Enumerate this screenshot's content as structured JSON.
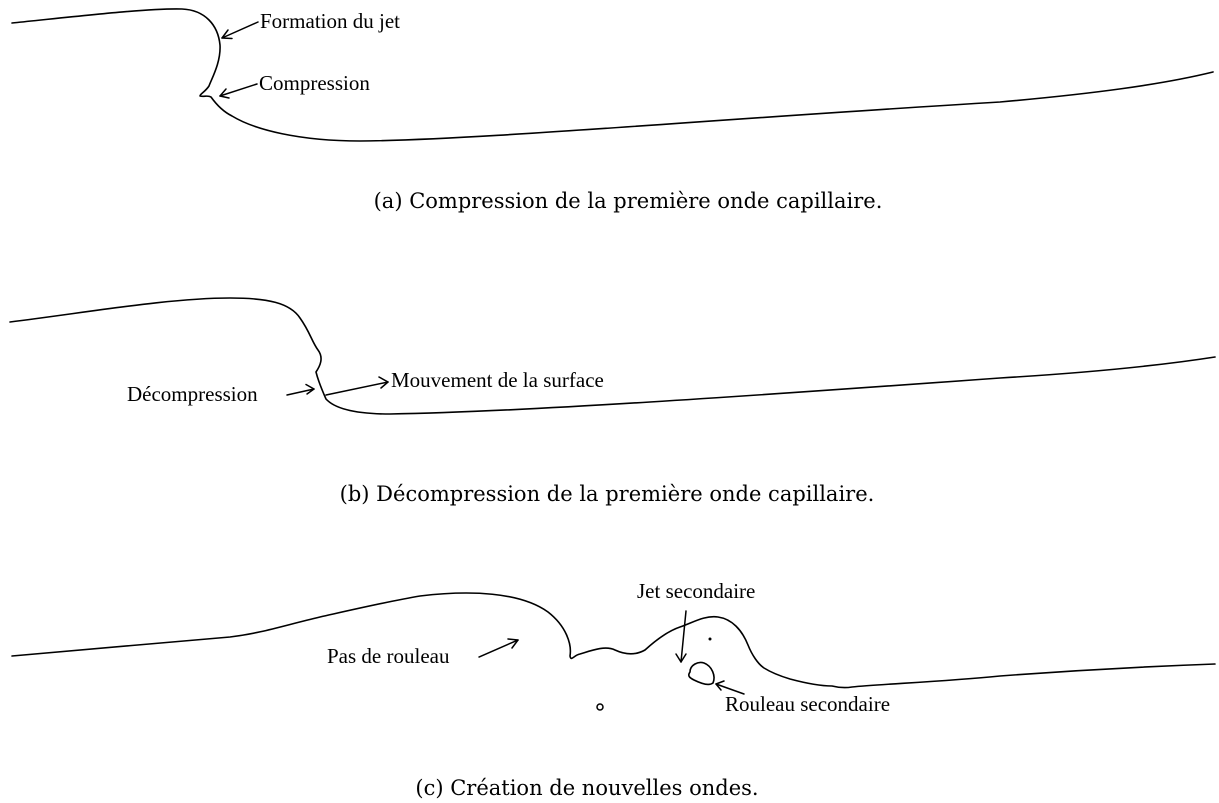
{
  "panels": [
    {
      "id": "a",
      "caption": "(a) Compression de la première onde capillaire.",
      "annotations": [
        "Formation du jet",
        "Compression"
      ]
    },
    {
      "id": "b",
      "caption": "(b) Décompression de la première onde capillaire.",
      "annotations": [
        "Décompression",
        "Mouvement de la surface"
      ]
    },
    {
      "id": "c",
      "caption": "(c) Création de nouvelles ondes.",
      "annotations": [
        "Jet secondaire",
        "Pas de rouleau",
        "Rouleau secondaire"
      ]
    }
  ]
}
